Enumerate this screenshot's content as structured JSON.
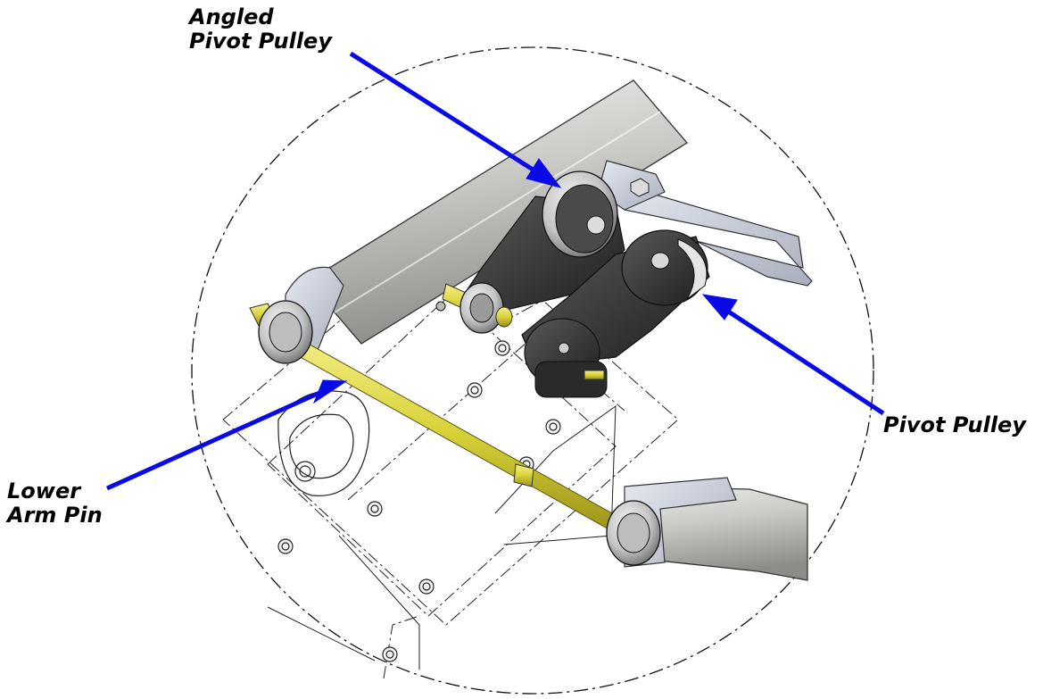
{
  "labels": {
    "angled_pivot_pulley": [
      "Angled",
      "Pivot Pulley"
    ],
    "pivot_pulley": [
      "Pivot Pulley"
    ],
    "lower_arm_pin": [
      "Lower",
      "Arm Pin"
    ]
  },
  "colors": {
    "arrow": "#0a0ae6",
    "pin": "#d8d23a",
    "linework": "#111111",
    "pulley_body": "#3a3a3a",
    "tube": "#c9c9c6"
  }
}
